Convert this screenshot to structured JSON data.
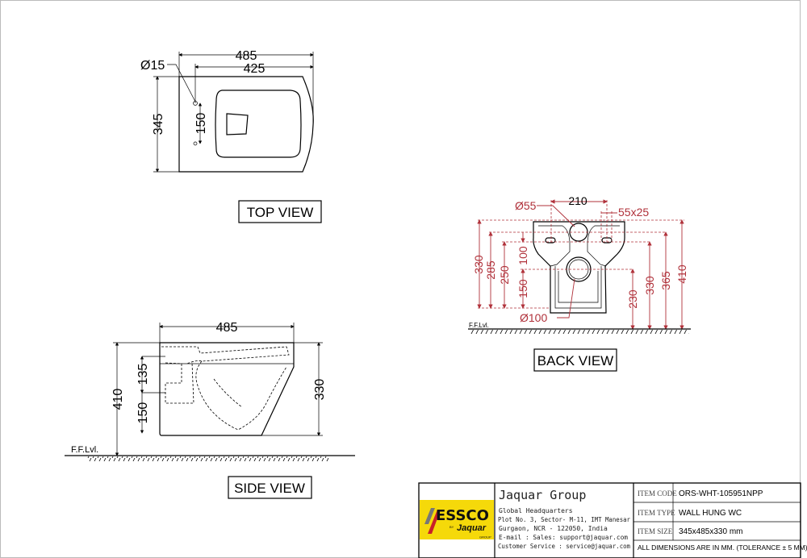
{
  "top_view": {
    "label": "TOP VIEW",
    "dims": {
      "overall_length": "485",
      "inner_length": "425",
      "width": "345",
      "hole_spacing": "150",
      "hole_dia": "Ø15"
    }
  },
  "side_view": {
    "label": "SIDE VIEW",
    "floor_label": "F.F.Lvl.",
    "dims": {
      "length": "485",
      "height": "330",
      "floor_to_top": "410",
      "d135": "135",
      "d150": "150"
    }
  },
  "back_view": {
    "label": "BACK VIEW",
    "floor_label": "F.F.Lvl.",
    "dims": {
      "d210": "210",
      "d55": "Ø55",
      "slot": "55x25",
      "d330l": "330",
      "d285": "285",
      "d250": "250",
      "d100": "100",
      "d150": "150",
      "d100dia": "Ø100",
      "d230": "230",
      "d330r": "330",
      "d365": "365",
      "d410": "410"
    }
  },
  "colors": {
    "dimension_red": "#b0313a",
    "logo_yellow": "#f5d90a"
  },
  "title_block": {
    "logo": {
      "brand": "ESSCO",
      "by": "BY",
      "sub": "Jaquar",
      "group": "GROUP"
    },
    "company": "Jaquar Group",
    "address": [
      "Global Headquarters",
      "Plot No. 3, Sector- M-11, IMT Manesar",
      "Gurgaon, NCR - 122050, India",
      "E-mail : Sales: support@jaquar.com",
      "Customer Service : service@jaquar.com"
    ],
    "rows": [
      {
        "label": "ITEM CODE",
        "value": "ORS-WHT-105951NPP"
      },
      {
        "label": "ITEM TYPE",
        "value": "WALL HUNG WC"
      },
      {
        "label": "ITEM SIZE",
        "value": "345x485x330 mm"
      }
    ],
    "note": "ALL DIMENSIONS ARE IN MM. (TOLERANCE ± 5 MM)"
  }
}
